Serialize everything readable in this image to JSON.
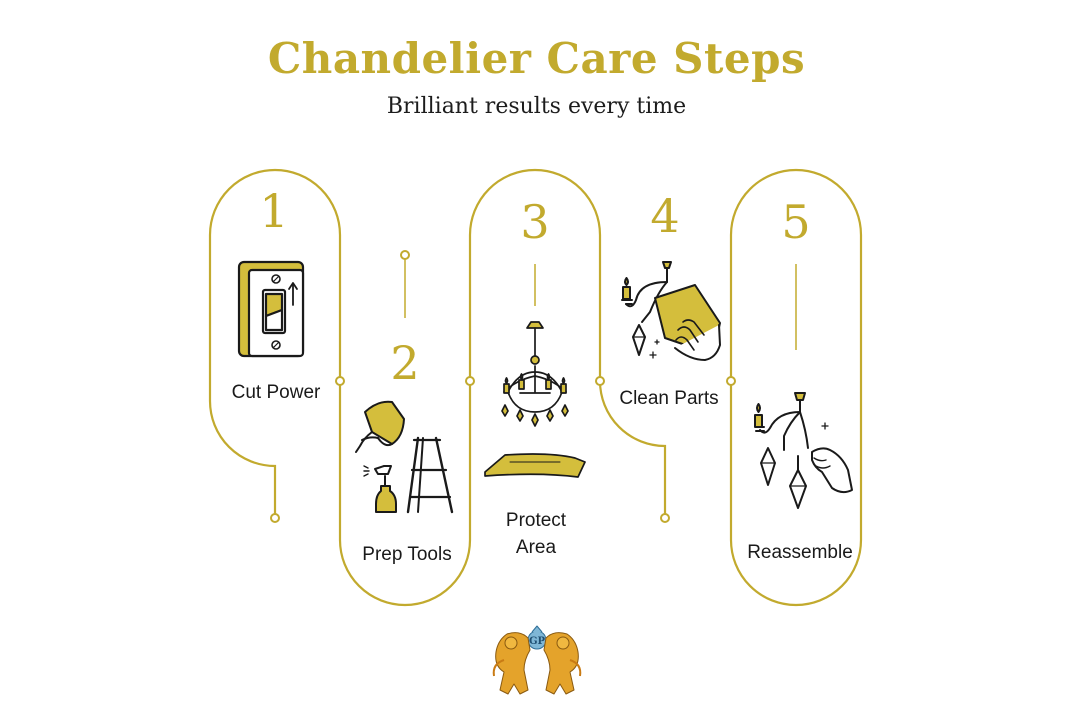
{
  "header": {
    "title": "Chandelier Care Steps",
    "subtitle": "Brilliant results every time"
  },
  "colors": {
    "gold": "#C2AA2E",
    "fill": "#D4BE3C",
    "ink": "#1A1A1A"
  },
  "steps": [
    {
      "number": "1",
      "label": "Cut Power",
      "icon": "light-switch-icon"
    },
    {
      "number": "2",
      "label": "Prep Tools",
      "icon": "cleaning-supplies-ladder-icon"
    },
    {
      "number": "3",
      "label_lines": [
        "Protect",
        "Area"
      ],
      "icon": "chandelier-drop-cloth-icon"
    },
    {
      "number": "4",
      "label": "Clean Parts",
      "icon": "cloth-wiping-chandelier-icon"
    },
    {
      "number": "5",
      "label": "Reassemble",
      "icon": "hand-hanging-crystal-icon"
    }
  ],
  "logo": {
    "icon": "twin-lions-crest-logo",
    "monogram": "GP"
  }
}
